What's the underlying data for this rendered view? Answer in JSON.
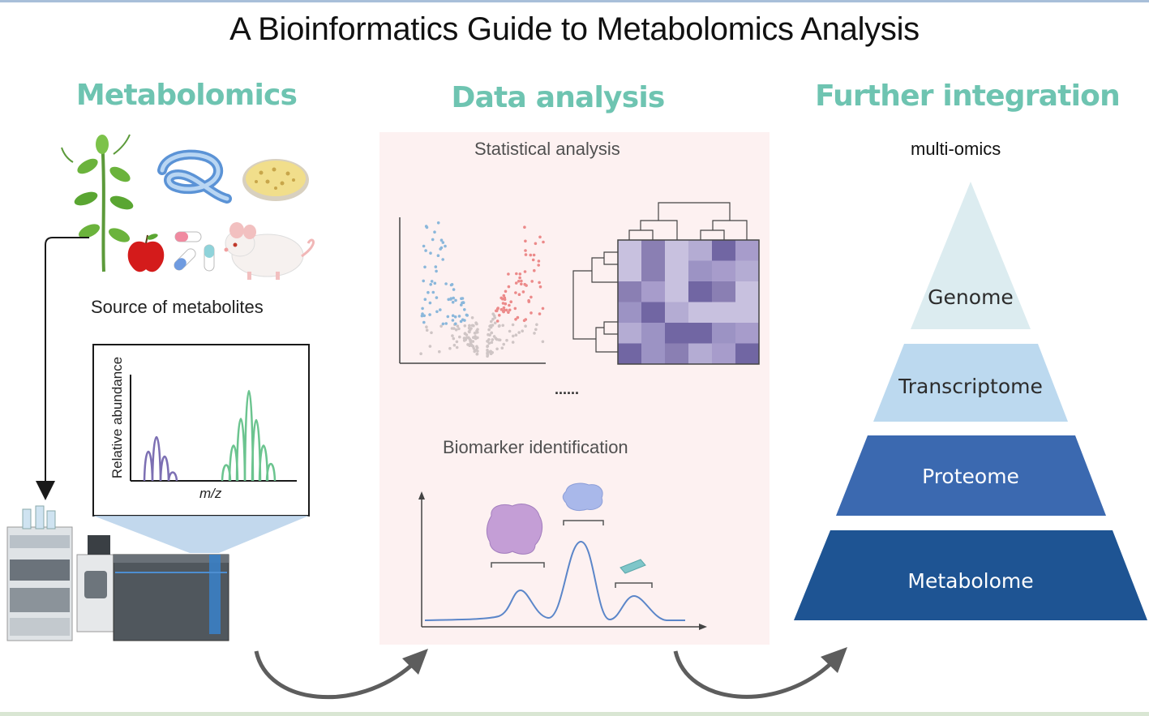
{
  "title": "A Bioinformatics Guide to Metabolomics Analysis",
  "sections": {
    "metabolomics": {
      "heading": "Metabolomics",
      "source_caption": "Source of metabolites",
      "spectrum": {
        "y_label": "Relative abundance",
        "x_label": "m/z"
      }
    },
    "data_analysis": {
      "heading": "Data analysis",
      "statistical_label": "Statistical analysis",
      "ellipsis": "......",
      "biomarker_label": "Biomarker identification"
    },
    "integration": {
      "heading": "Further integration",
      "subtitle": "multi-omics",
      "tiers": [
        {
          "label": "Genome",
          "fill": "#dcecf0",
          "text_color": "#2c2c2c"
        },
        {
          "label": "Transcriptome",
          "fill": "#bcd9ef",
          "text_color": "#2c2c2c"
        },
        {
          "label": "Proteome",
          "fill": "#3b69b0",
          "text_color": "#ffffff"
        },
        {
          "label": "Metabolome",
          "fill": "#1e5493",
          "text_color": "#ffffff"
        }
      ]
    }
  },
  "colors": {
    "heading_teal": "#6ec4b1",
    "panel_pink": "#fdf1f1",
    "volcano_down": "#8ab7db",
    "volcano_up": "#ec8a8a",
    "volcano_ns": "#cfc5c5",
    "spectrum_purple": "#7c6fb3",
    "spectrum_green": "#6bc48f",
    "arrow_gray": "#5d5d5d"
  },
  "icons": [
    "plant-icon",
    "worm-icon",
    "petri-dish-icon",
    "apple-icon",
    "pills-icon",
    "mouse-icon",
    "lc-ms-instrument-icon",
    "protein-icon",
    "curved-arrow-icon"
  ]
}
